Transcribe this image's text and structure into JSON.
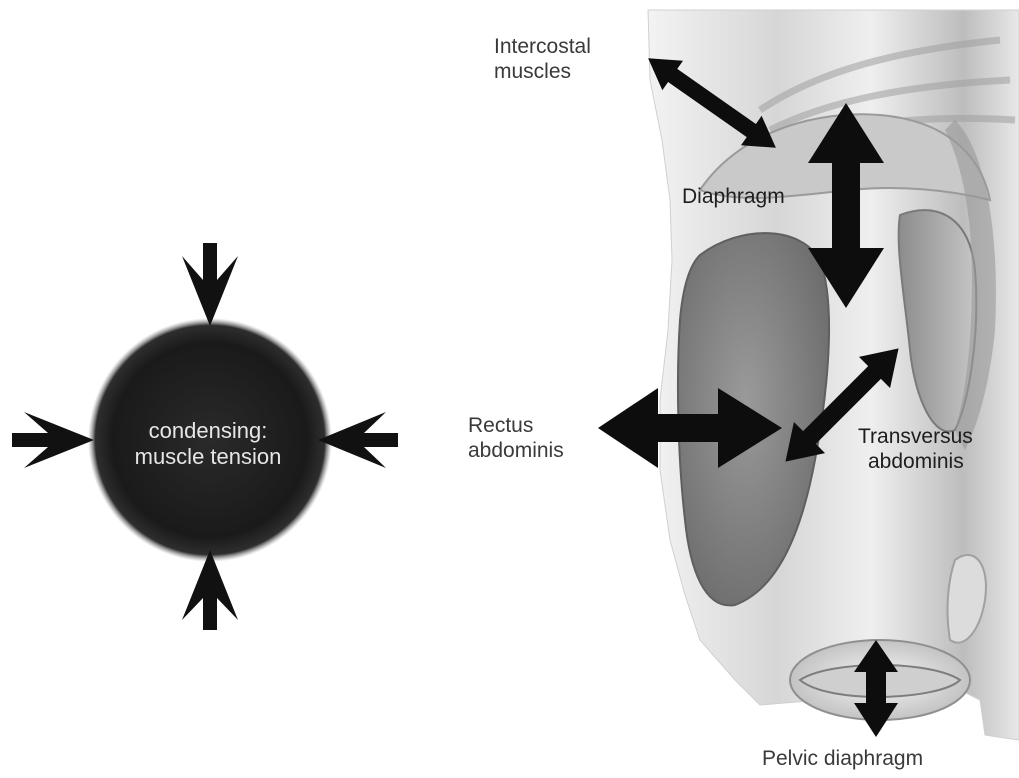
{
  "left_panel": {
    "circle_label": [
      "condensing:",
      "muscle tension"
    ],
    "circle_color": "#1c1c1c",
    "arrow_color": "#111111"
  },
  "right_panel": {
    "labels": {
      "intercostal": [
        "Intercostal",
        "muscles"
      ],
      "diaphragm": "Diaphragm",
      "rectus": [
        "Rectus",
        "abdominis"
      ],
      "transversus": [
        "Transversus",
        "abdominis"
      ],
      "pelvic": "Pelvic diaphragm"
    },
    "arrow_color": "#0d0d0d",
    "torso_shade": "#bdbdbd"
  }
}
